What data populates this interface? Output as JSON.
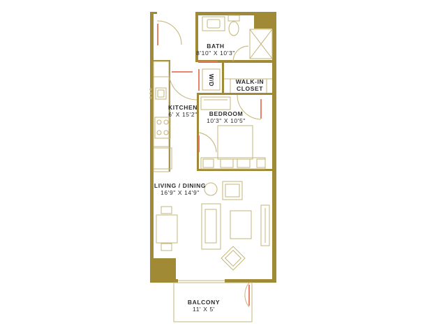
{
  "colors": {
    "wall": "#a08a35",
    "fixture": "#c4b47a",
    "door_accent": "#e8735a",
    "text": "#2b2b2b",
    "background": "#ffffff"
  },
  "rooms": {
    "bath": {
      "name": "BATH",
      "dims": "8'10\" X 10'3\""
    },
    "walk_in_closet": {
      "line1": "WALK-IN",
      "line2": "CLOSET"
    },
    "kitchen": {
      "name": "KITCHEN",
      "dims": "6' X 15'2\""
    },
    "bedroom": {
      "name": "BEDROOM",
      "dims": "10'3\" X 10'5\""
    },
    "living_dining": {
      "name": "LIVING / DINING",
      "dims": "16'9\" X 14'9\""
    },
    "balcony": {
      "name": "BALCONY",
      "dims": "11' X 5'"
    }
  },
  "fixtures": {
    "washer_dryer": "W/D"
  }
}
